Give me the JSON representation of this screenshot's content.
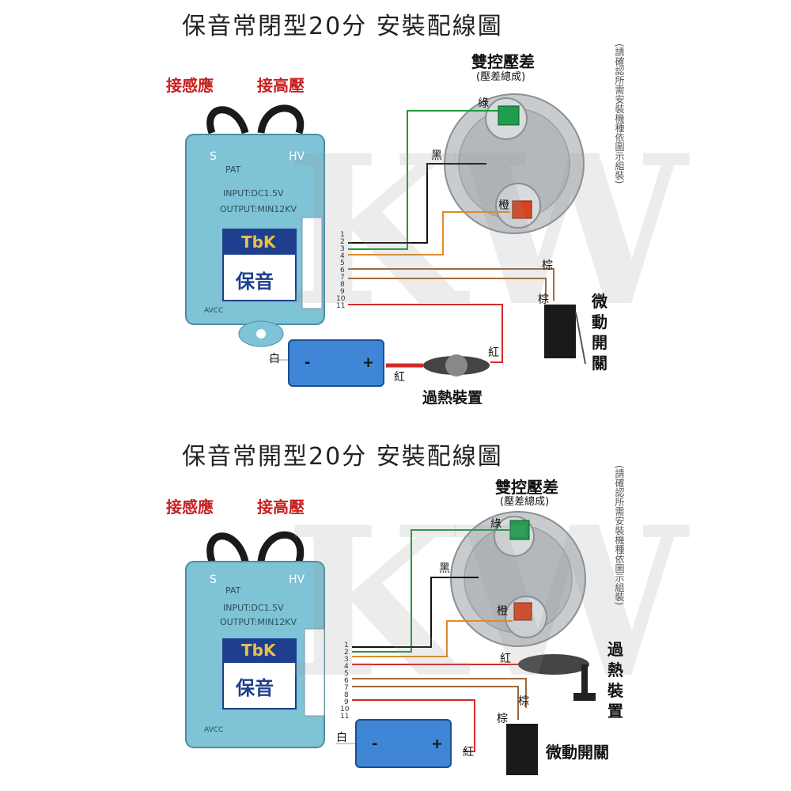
{
  "panels": [
    {
      "title": "保音常閉型20分 安裝配線圖",
      "sensor_label": "接感應",
      "hv_label": "接高壓",
      "pressure_title": "雙控壓差",
      "pressure_sub": "(壓差總成)",
      "side_note": "(請確認所需安裝機種依圖示組裝)",
      "module": {
        "s": "S",
        "hv": "HV",
        "pat": "PAT",
        "input": "INPUT:DC1.5V",
        "output": "OUTPUT:MIN12KV",
        "brand": "TbK",
        "name": "保音",
        "avcc": "AVCC"
      },
      "pins": [
        "1",
        "2",
        "3",
        "4",
        "5",
        "6",
        "7",
        "8",
        "9",
        "10",
        "11"
      ],
      "wires": {
        "green": "綠",
        "black": "黑",
        "orange": "橙",
        "brown1": "棕",
        "brown2": "棕",
        "white": "白",
        "red1": "紅",
        "red2": "紅"
      },
      "microswitch": "微動開關",
      "overheat": "過熱裝置",
      "battery": {
        "minus": "-",
        "plus": "+"
      }
    },
    {
      "title": "保音常開型20分 安裝配線圖",
      "sensor_label": "接感應",
      "hv_label": "接高壓",
      "pressure_title": "雙控壓差",
      "pressure_sub": "(壓差總成)",
      "side_note": "(請確認所需安裝機種依圖示組裝)",
      "module": {
        "s": "S",
        "hv": "HV",
        "pat": "PAT",
        "input": "INPUT:DC1.5V",
        "output": "OUTPUT:MIN12KV",
        "brand": "TbK",
        "name": "保音",
        "avcc": "AVCC"
      },
      "pins": [
        "1",
        "2",
        "3",
        "4",
        "5",
        "6",
        "7",
        "8",
        "9",
        "10",
        "11"
      ],
      "wires": {
        "green": "綠",
        "black": "黑",
        "orange": "橙",
        "brown1": "棕",
        "brown2": "棕",
        "white": "白",
        "red1": "紅",
        "red2": "紅"
      },
      "microswitch": "微動開關",
      "overheat": "過熱裝置",
      "battery": {
        "minus": "-",
        "plus": "+"
      }
    }
  ],
  "watermark": "KW",
  "colors": {
    "module": "#7ec3d6",
    "brand_box": "#1e3f8e",
    "title_red": "#c8201f",
    "wire_green": "#1a9a3a",
    "wire_orange": "#e08a2a",
    "wire_brown": "#a0683a",
    "wire_red": "#d42a2a",
    "battery": "#3f86d6"
  }
}
